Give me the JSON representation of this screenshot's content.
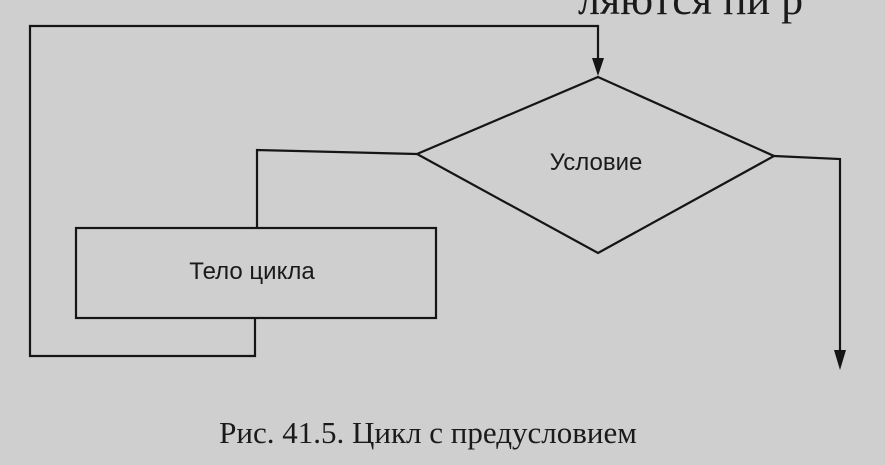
{
  "diagram": {
    "top_text_fragment": "ляются пи р",
    "condition_label": "Условие",
    "body_label": "Тело цикла",
    "caption": "Рис. 41.5. Цикл с предусловием"
  },
  "colors": {
    "paper": "#cfcfcf",
    "ink": "#151515"
  }
}
